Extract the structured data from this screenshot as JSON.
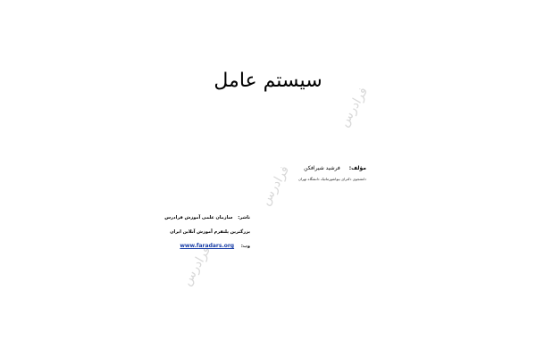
{
  "title": "سیستم عامل",
  "author": {
    "label": "مؤلف:",
    "name": "فرشید شیرافکن",
    "description": "دانشجوی دکترای بیوانفورماتیک دانشگاه تهران"
  },
  "publisher": {
    "label": "ناشر:",
    "name": "سازمان علمی آموزش فرادرس",
    "tagline": "بزرگترین پلتفرم آموزش آنلاین ایران",
    "web_label": "وب:",
    "web_url": "www.faradars.org"
  },
  "watermark": "فرادرس"
}
